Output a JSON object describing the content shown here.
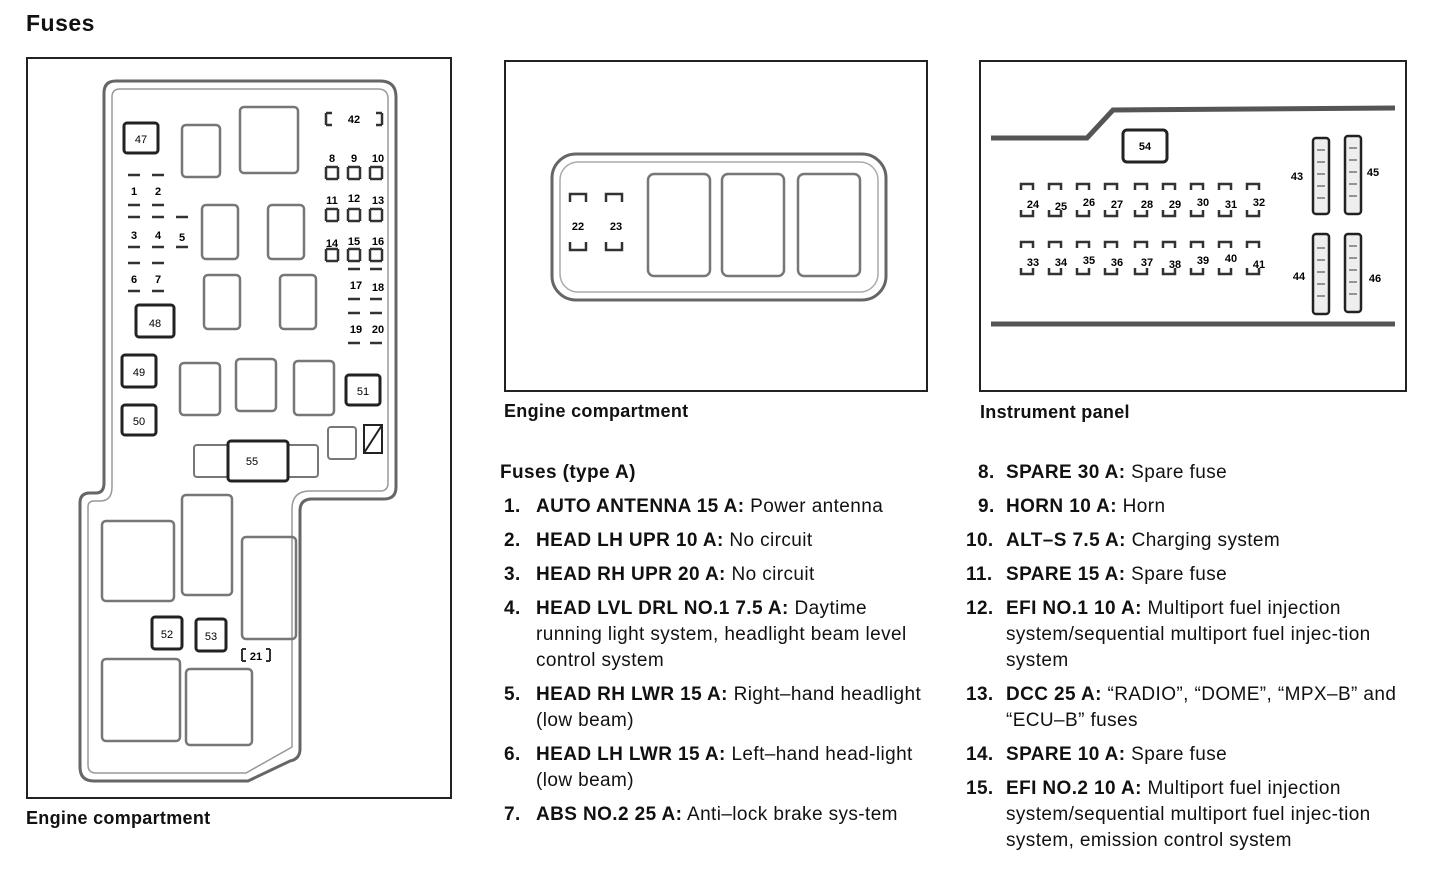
{
  "page_title": "Fuses",
  "captions": {
    "panel1": "Engine compartment",
    "panel2": "Engine compartment",
    "panel3": "Instrument panel"
  },
  "panel1_labels": {
    "f47": "47",
    "f42": "42",
    "f8": "8",
    "f9": "9",
    "f10": "10",
    "f11": "11",
    "f12": "12",
    "f13": "13",
    "f14": "14",
    "f15": "15",
    "f16": "16",
    "f17": "17",
    "f18": "18",
    "f19": "19",
    "f20": "20",
    "f1": "1",
    "f2": "2",
    "f3": "3",
    "f4": "4",
    "f5": "5",
    "f6": "6",
    "f7": "7",
    "f48": "48",
    "f49": "49",
    "f50": "50",
    "f51": "51",
    "f55": "55",
    "f52": "52",
    "f53": "53",
    "f21": "21"
  },
  "panel2_labels": {
    "f22": "22",
    "f23": "23"
  },
  "panel3_labels": {
    "f54": "54",
    "f43": "43",
    "f44": "44",
    "f45": "45",
    "f46": "46",
    "row1": [
      "24",
      "25",
      "26",
      "27",
      "28",
      "29",
      "30",
      "31",
      "32"
    ],
    "row2": [
      "33",
      "34",
      "35",
      "36",
      "37",
      "38",
      "39",
      "40",
      "41"
    ]
  },
  "list_heading": "Fuses (type A)",
  "fuses_left": [
    {
      "num": "1.",
      "name": "AUTO ANTENNA 15 A:",
      "desc": " Power antenna"
    },
    {
      "num": "2.",
      "name": "HEAD LH UPR 10 A:",
      "desc": " No circuit"
    },
    {
      "num": "3.",
      "name": "HEAD RH UPR 20 A:",
      "desc": " No circuit"
    },
    {
      "num": "4.",
      "name": "HEAD LVL DRL NO.1 7.5 A:",
      "desc": " Daytime running light system, headlight beam level control system"
    },
    {
      "num": "5.",
      "name": "HEAD RH LWR 15 A:",
      "desc": " Right–hand headlight (low beam)"
    },
    {
      "num": "6.",
      "name": "HEAD LH LWR 15 A:",
      "desc": " Left–hand head-light (low beam)"
    },
    {
      "num": "7.",
      "name": "ABS NO.2 25 A:",
      "desc": " Anti–lock brake sys-tem"
    }
  ],
  "fuses_right": [
    {
      "num": "8.",
      "name": "SPARE 30 A:",
      "desc": " Spare fuse"
    },
    {
      "num": "9.",
      "name": "HORN 10 A:",
      "desc": " Horn"
    },
    {
      "num": "10.",
      "name": "ALT–S 7.5 A:",
      "desc": " Charging system"
    },
    {
      "num": "11.",
      "name": "SPARE 15 A:",
      "desc": " Spare fuse"
    },
    {
      "num": "12.",
      "name": "EFI NO.1 10 A:",
      "desc": " Multiport fuel injection system/sequential multiport fuel injec-tion system"
    },
    {
      "num": "13.",
      "name": "DCC 25 A:",
      "desc": " “RADIO”, “DOME”, “MPX–B” and “ECU–B” fuses"
    },
    {
      "num": "14.",
      "name": "SPARE 10 A:",
      "desc": " Spare fuse"
    },
    {
      "num": "15.",
      "name": "EFI NO.2 10 A:",
      "desc": " Multiport fuel injection system/sequential multiport fuel injec-tion system, emission control system"
    }
  ]
}
